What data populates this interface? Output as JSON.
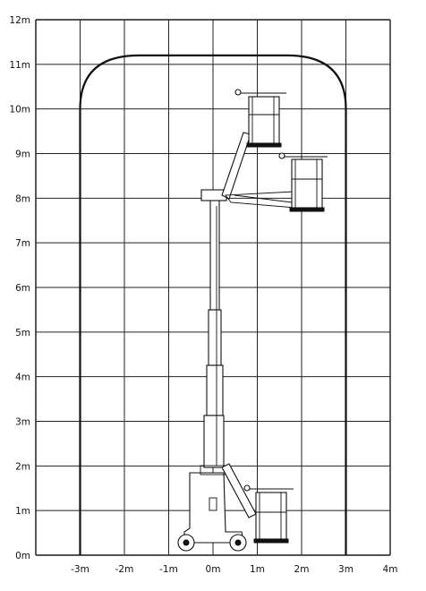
{
  "chart_data": {
    "type": "diagram",
    "description_none": "",
    "y_axis": {
      "unit": "m",
      "ticks": [
        {
          "value": 0,
          "label": "0m"
        },
        {
          "value": 1,
          "label": "1m"
        },
        {
          "value": 2,
          "label": "2m"
        },
        {
          "value": 3,
          "label": "3m"
        },
        {
          "value": 4,
          "label": "4m"
        },
        {
          "value": 5,
          "label": "5m"
        },
        {
          "value": 6,
          "label": "6m"
        },
        {
          "value": 7,
          "label": "7m"
        },
        {
          "value": 8,
          "label": "8m"
        },
        {
          "value": 9,
          "label": "9m"
        },
        {
          "value": 10,
          "label": "10m"
        },
        {
          "value": 11,
          "label": "11m"
        },
        {
          "value": 12,
          "label": "12m"
        }
      ]
    },
    "x_axis": {
      "unit": "m",
      "ticks": [
        {
          "value": -3,
          "label": "-3m"
        },
        {
          "value": -2,
          "label": "-2m"
        },
        {
          "value": -1,
          "label": "-1m"
        },
        {
          "value": 0,
          "label": "0m"
        },
        {
          "value": 1,
          "label": "1m"
        },
        {
          "value": 2,
          "label": "2m"
        },
        {
          "value": 3,
          "label": "3m"
        },
        {
          "value": 4,
          "label": "4m"
        }
      ]
    },
    "xlim": [
      -4,
      4
    ],
    "ylim": [
      0,
      12
    ],
    "grid": true,
    "working_envelope": {
      "x_range": [
        -3,
        3
      ],
      "max_height": 11.2,
      "side_height": 10
    }
  }
}
